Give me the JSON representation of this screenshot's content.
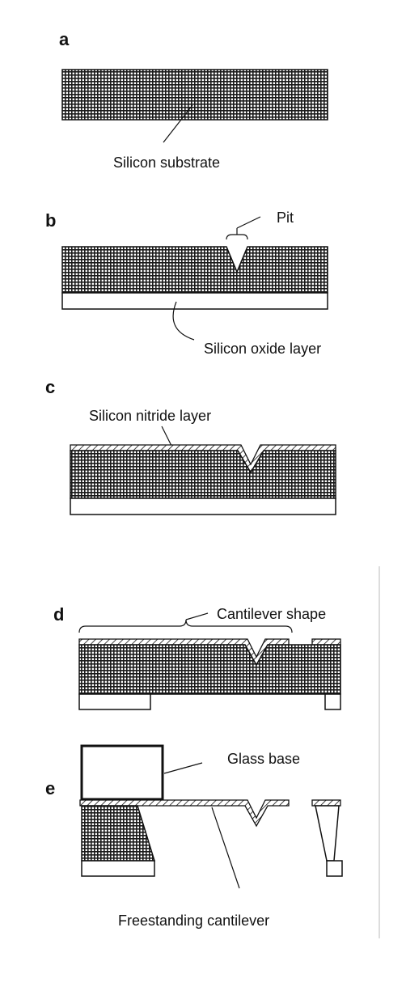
{
  "panels": {
    "a": {
      "letter": "a",
      "labels": {
        "substrate": "Silicon substrate"
      }
    },
    "b": {
      "letter": "b",
      "labels": {
        "pit": "Pit",
        "oxide": "Silicon oxide layer"
      }
    },
    "c": {
      "letter": "c",
      "labels": {
        "nitride": "Silicon nitride layer"
      }
    },
    "d": {
      "letter": "d",
      "labels": {
        "cantilever_shape": "Cantilever shape"
      }
    },
    "e": {
      "letter": "e",
      "labels": {
        "glass_base": "Glass base",
        "freestanding": "Freestanding cantilever"
      }
    }
  }
}
